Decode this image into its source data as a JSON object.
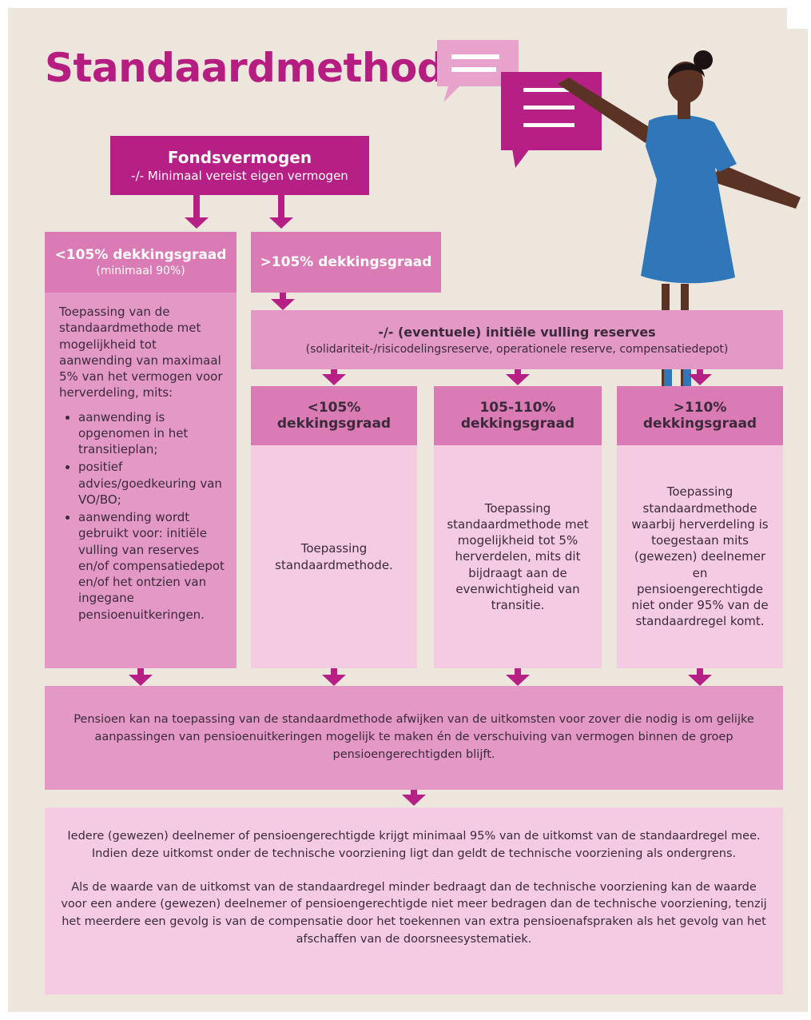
{
  "title": "Standaardmethode",
  "colors": {
    "background": "#ede6dd",
    "brand_magenta": "#b61f83",
    "mid_pink": "#da7bb5",
    "soft_pink": "#e498c6",
    "light_pink": "#f4cbe1",
    "person_dress": "#2f77b8",
    "person_skin": "#5a3325"
  },
  "fondsvermogen": {
    "heading": "Fondsvermogen",
    "sub": "-/- Minimaal vereist eigen vermogen"
  },
  "left_branch": {
    "heading": "<105% dekkingsgraad",
    "sub": "(minimaal 90%)",
    "intro": "Toepassing van de standaardmethode met mogelijkheid tot aanwending van maximaal 5% van het vermogen voor herverdeling, mits:",
    "bullets": [
      "aanwending is opgenomen in het transitieplan;",
      "positief advies/goedkeuring van VO/BO;",
      "aanwending wordt gebruikt voor: initiële vulling van reserves en/of compensatiedepot en/of het ontzien van ingegane pensioenuitkeringen."
    ]
  },
  "right_branch": {
    "heading": ">105% dekkingsgraad"
  },
  "reserves": {
    "heading": "-/- (eventuele) initiële vulling reserves",
    "sub": "(solidariteit-/risicodelingsreserve, operationele reserve, compensatiedepot)"
  },
  "columns": [
    {
      "heading_line1": "<105%",
      "heading_line2": "dekkingsgraad",
      "body": "Toepassing standaardmethode."
    },
    {
      "heading_line1": "105-110%",
      "heading_line2": "dekkingsgraad",
      "body": "Toepassing standaardmethode met mogelijkheid tot 5% herverdelen, mits dit bijdraagt aan de evenwichtigheid van transitie."
    },
    {
      "heading_line1": ">110%",
      "heading_line2": "dekkingsgraad",
      "body": "Toepassing standaardmethode waarbij herverdeling is toegestaan mits (gewezen) deelnemer en pensioengerechtigde niet onder 95% van de standaardregel komt."
    }
  ],
  "pensioen_note": "Pensioen kan na toepassing van de standaardmethode afwijken van de uitkomsten voor zover die nodig is om gelijke aanpassingen van pensioenuitkeringen mogelijk te maken én de verschuiving van vermogen binnen de groep pensioengerechtigden blijft.",
  "final": {
    "para1": "Iedere (gewezen) deelnemer of pensioengerechtigde krijgt minimaal 95% van de uitkomst van de standaardregel mee. Indien deze uitkomst onder de technische voorziening ligt dan geldt de technische voorziening als ondergrens.",
    "para2": "Als de waarde van de uitkomst van de standaardregel minder bedraagt dan de technische voorziening kan de waarde voor een andere (gewezen) deelnemer of pensioengerechtigde niet meer bedragen dan de technische voorziening, tenzij het meerdere een gevolg is van de compensatie door het toekennen van extra pensioenafspraken als het gevolg van het afschaffen van de doorsneesystematiek."
  },
  "icons": {
    "speech_bubble_light": "speech-bubble-icon",
    "speech_bubble_dark": "speech-bubble-icon",
    "person": "presenter-illustration"
  }
}
